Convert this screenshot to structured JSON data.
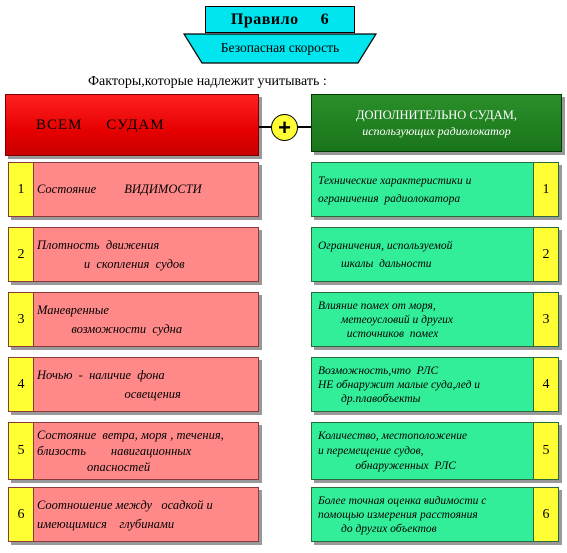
{
  "title": {
    "rule_word": "Правило",
    "rule_number": "6",
    "subtitle": "Безопасная скорость"
  },
  "factors_label": "Факторы,которые надлежит учитывать :",
  "left_header": "ВСЕМ     СУДАМ",
  "right_header": {
    "line1": "ДОПОЛНИТЕЛЬНО СУДАМ,",
    "line2": "использующих  радиолокатор"
  },
  "connector": "+",
  "colors": {
    "title_fill": "#00e5ee",
    "left_header": "#e60000",
    "right_header": "#1a751a",
    "left_rows": "#ff8888",
    "right_rows": "#33ee99",
    "number_tabs": "#ffff33"
  },
  "left_items": [
    {
      "num": "1",
      "text": "Состояние         ВИДИМОСТИ"
    },
    {
      "num": "2",
      "text": "Плотность  движения\n               и  скопления  судов"
    },
    {
      "num": "3",
      "text": "Маневренные\n           возможности  судна"
    },
    {
      "num": "4",
      "text": "Ночью  -  наличие  фона\n                            освещения"
    },
    {
      "num": "5",
      "text": "Состояние  ветра, моря , течения,\nблизость        навигационных\n                опасностей"
    },
    {
      "num": "6",
      "text": "Соотношение между   осадкой и\nимеющимися    глубинами"
    }
  ],
  "right_items": [
    {
      "num": "1",
      "text": "Технические характеристики и\nограничения  радиолокатора"
    },
    {
      "num": "2",
      "text": "Ограничения, используемой\n        шкалы  дальности"
    },
    {
      "num": "3",
      "text": "Влияние помех от моря,\n        метеоусловий и других\n          источников  помех"
    },
    {
      "num": "4",
      "text": "Возможность,что  РЛС\nНЕ обнаружит малые суда,лед и\n        др.плавобъекты"
    },
    {
      "num": "5",
      "text": "Количество, местоположение\nи перемещение судов,\n             обнаруженных  РЛС"
    },
    {
      "num": "6",
      "text": "Более точная оценка видимости с\nпомощью измерения расстояния\n        до других объектов"
    }
  ]
}
